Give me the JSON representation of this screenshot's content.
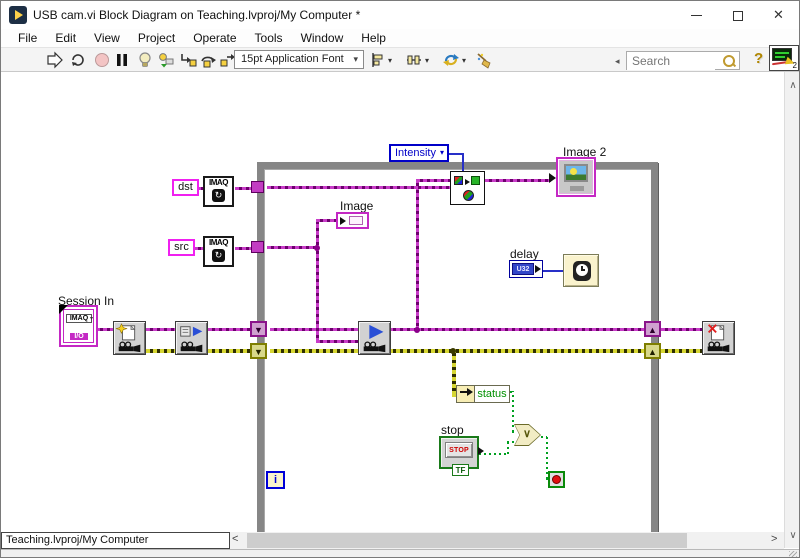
{
  "window": {
    "title": "USB cam.vi Block Diagram on Teaching.lvproj/My Computer *",
    "badge": "2"
  },
  "glyphs": {
    "close": "✕",
    "caret_down": "▾",
    "chevron_up": "∧",
    "chevron_down": "∨",
    "scroll_left": "<",
    "scroll_right": ">",
    "collapse": "◂",
    "help": "?",
    "refresh": "↻",
    "or_gate": "∨"
  },
  "menubar": {
    "items": [
      "File",
      "Edit",
      "View",
      "Project",
      "Operate",
      "Tools",
      "Window",
      "Help"
    ]
  },
  "toolbar": {
    "font_selector": "15pt Application Font",
    "search_placeholder": "Search"
  },
  "diagram": {
    "loop": {
      "iteration": "i"
    },
    "session_in": {
      "label": "Session In",
      "text": "IMAQ",
      "io": "I/O"
    },
    "consts": {
      "dst": "dst",
      "src": "src"
    },
    "create_label": "IMAQ",
    "image": {
      "label": "Image"
    },
    "image2": {
      "label": "Image 2"
    },
    "intensity": {
      "label": "Intensity"
    },
    "delay": {
      "label": "delay",
      "type": "U32"
    },
    "status": {
      "label": "status"
    },
    "stop": {
      "label": "stop",
      "button": "STOP",
      "bool": "TF"
    }
  },
  "statusbar": {
    "context": "Teaching.lvproj/My Computer"
  },
  "colors": {
    "image_wire": "#c83cc8",
    "error_wire": "#d6d632",
    "boolean_wire": "#00a020",
    "numeric_wire": "#2830c8",
    "loop_border": "#868686",
    "enum_blue": "#0000c8",
    "status_green": "#009000"
  }
}
